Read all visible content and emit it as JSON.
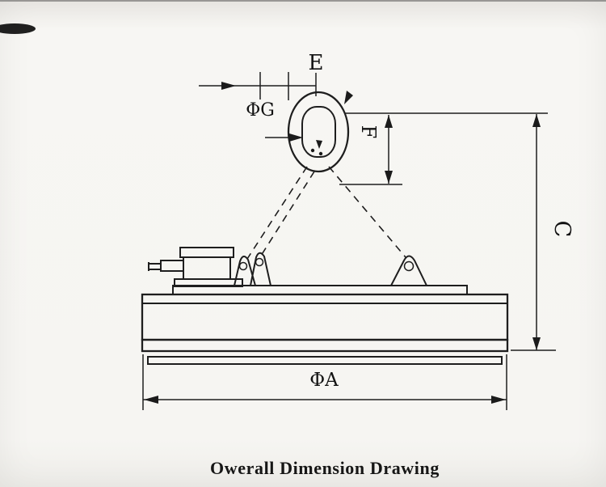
{
  "drawing": {
    "caption": "Owerall Dimension Drawing",
    "labels": {
      "e": "E",
      "phi_g": "ΦG",
      "f": "F",
      "c": "C",
      "phi_a": "ΦA"
    },
    "colors": {
      "line": "#1e1e1e",
      "text": "#121212",
      "paper": "#f6f5f2",
      "scan_smudge": "#0d0d0d"
    }
  }
}
